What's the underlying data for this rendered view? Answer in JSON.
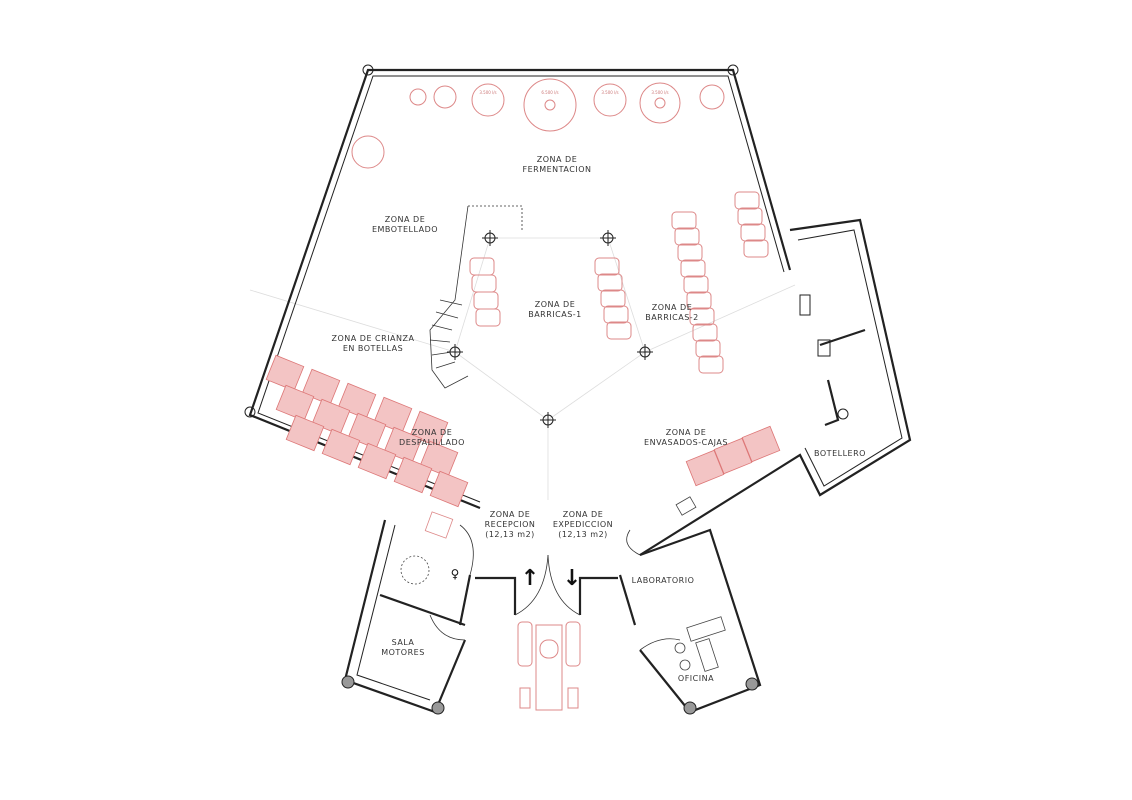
{
  "zones": {
    "fermentacion": [
      "ZONA DE",
      "FERMENTACION"
    ],
    "embotellado": [
      "ZONA DE",
      "EMBOTELLADO"
    ],
    "barricas1": [
      "ZONA DE",
      "BARRICAS-1"
    ],
    "barricas2": [
      "ZONA DE",
      "BARRICAS-2"
    ],
    "crianza": [
      "ZONA DE CRIANZA",
      "EN BOTELLAS"
    ],
    "despalillado": [
      "ZONA DE",
      "DESPALILLADO"
    ],
    "envasados": [
      "ZONA DE",
      "ENVASADOS-CAJAS"
    ],
    "botellero": "BOTELLERO",
    "recepcion": [
      "ZONA DE",
      "RECEPCION",
      "(12,13 m2)"
    ],
    "expedicion": [
      "ZONA DE",
      "EXPEDICCION",
      "(12,13 m2)"
    ],
    "laboratorio": "LABORATORIO",
    "sala_motores": [
      "SALA",
      "MOTORES"
    ],
    "oficina": "OFICINA"
  },
  "tanks": [
    "3.500 l/s",
    "6.500 l/s",
    "3.500 l/s",
    "3.500 l/s"
  ],
  "symbols": {
    "female": "♀",
    "in_arrow": "↑",
    "out_arrow": "↓"
  }
}
